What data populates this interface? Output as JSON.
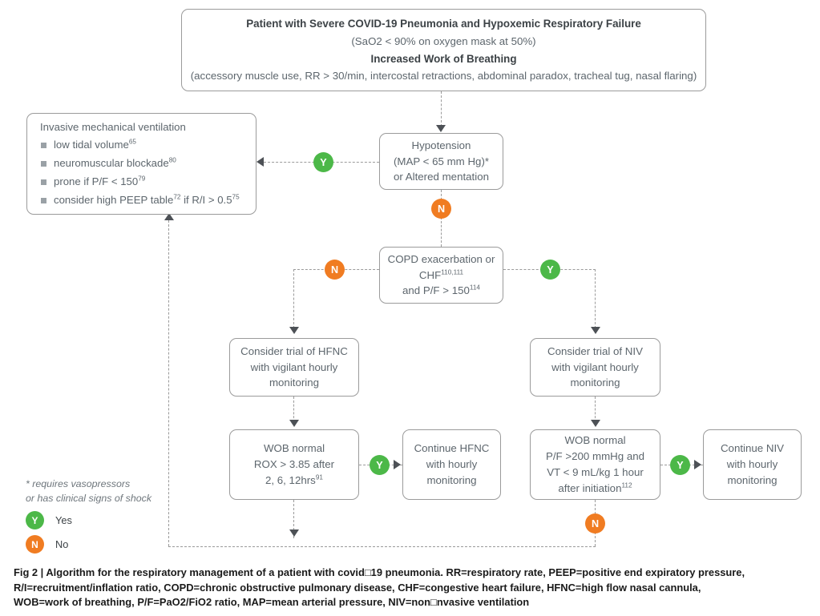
{
  "figure": {
    "caption_lines": [
      "Fig 2 | Algorithm for the respiratory management of a patient with covid□19 pneumonia. RR=respiratory rate, PEEP=positive end expiratory pressure,",
      "R/I=recruitment/inflation ratio, COPD=chronic obstructive pulmonary disease, CHF=congestive heart failure, HFNC=high flow nasal cannula,",
      "WOB=work of breathing, P/F=PaO2/FiO2 ratio, MAP=mean arterial pressure, NIV=non□nvasive ventilation"
    ]
  },
  "colors": {
    "yes_badge": "#4cb848",
    "no_badge": "#f07c22",
    "box_border": "#9b9b9b",
    "box_text": "#5d666d",
    "connector": "#9a9a9a"
  },
  "nodes": {
    "top_box": {
      "line1": "Patient with Severe COVID-19 Pneumonia and Hypoxemic Respiratory Failure",
      "line2": "(SaO2 < 90% on oxygen mask at  50%)",
      "line3": "Increased Work of Breathing",
      "line4": "(accessory muscle use, RR > 30/min, intercostal retractions, abdominal paradox, tracheal tug, nasal flaring)"
    },
    "invasive_ventilation": {
      "title": "Invasive mechanical ventilation",
      "bullets": [
        {
          "text": "low tidal volume",
          "ref": "65"
        },
        {
          "text": "neuromuscular blockade",
          "ref": "80"
        },
        {
          "text": "prone if P/F < 150",
          "ref": "79"
        },
        {
          "text_a": "consider high PEEP table",
          "ref_a": "72",
          "text_b": " if R/I > 0.5",
          "ref_b": "75"
        }
      ]
    },
    "hypotension": {
      "line1": "Hypotension",
      "line2": "(MAP < 65 mm Hg)*",
      "line3": "or Altered mentation"
    },
    "copd": {
      "line1": "COPD exacerbation or",
      "line2_text": "CHF",
      "line2_ref": "110,111",
      "line3_text": "and P/F > 150",
      "line3_ref": "114"
    },
    "hfnc_trial": {
      "line1": "Consider trial of HFNC",
      "line2": "with vigilant hourly",
      "line3": "monitoring"
    },
    "niv_trial": {
      "line1": "Consider trial of NIV",
      "line2": "with vigilant hourly",
      "line3": "monitoring"
    },
    "wob_hfnc": {
      "line1": "WOB normal",
      "line2": "ROX > 3.85 after",
      "line3_text": "2, 6, 12hrs",
      "line3_ref": "91"
    },
    "wob_niv": {
      "line1": "WOB normal",
      "line2": "P/F >200 mmHg and",
      "line3": "VT < 9 mL/kg 1 hour",
      "line4_text": "after initiation",
      "line4_ref": "112"
    },
    "continue_hfnc": {
      "line1": "Continue HFNC",
      "line2": "with hourly",
      "line3": "monitoring"
    },
    "continue_niv": {
      "line1": "Continue NIV",
      "line2": "with hourly",
      "line3": "monitoring"
    }
  },
  "badges": {
    "hypotension_yes": "Y",
    "hypotension_no": "N",
    "copd_no": "N",
    "copd_yes": "Y",
    "wob_hfnc_yes": "Y",
    "wob_niv_yes": "Y",
    "wob_niv_no": "N"
  },
  "legend": {
    "footnote_line1": "* requires vasopressors",
    "footnote_line2": "or has clinical signs of shock",
    "yes_symbol": "Y",
    "yes_label": "Yes",
    "no_symbol": "N",
    "no_label": "No"
  }
}
